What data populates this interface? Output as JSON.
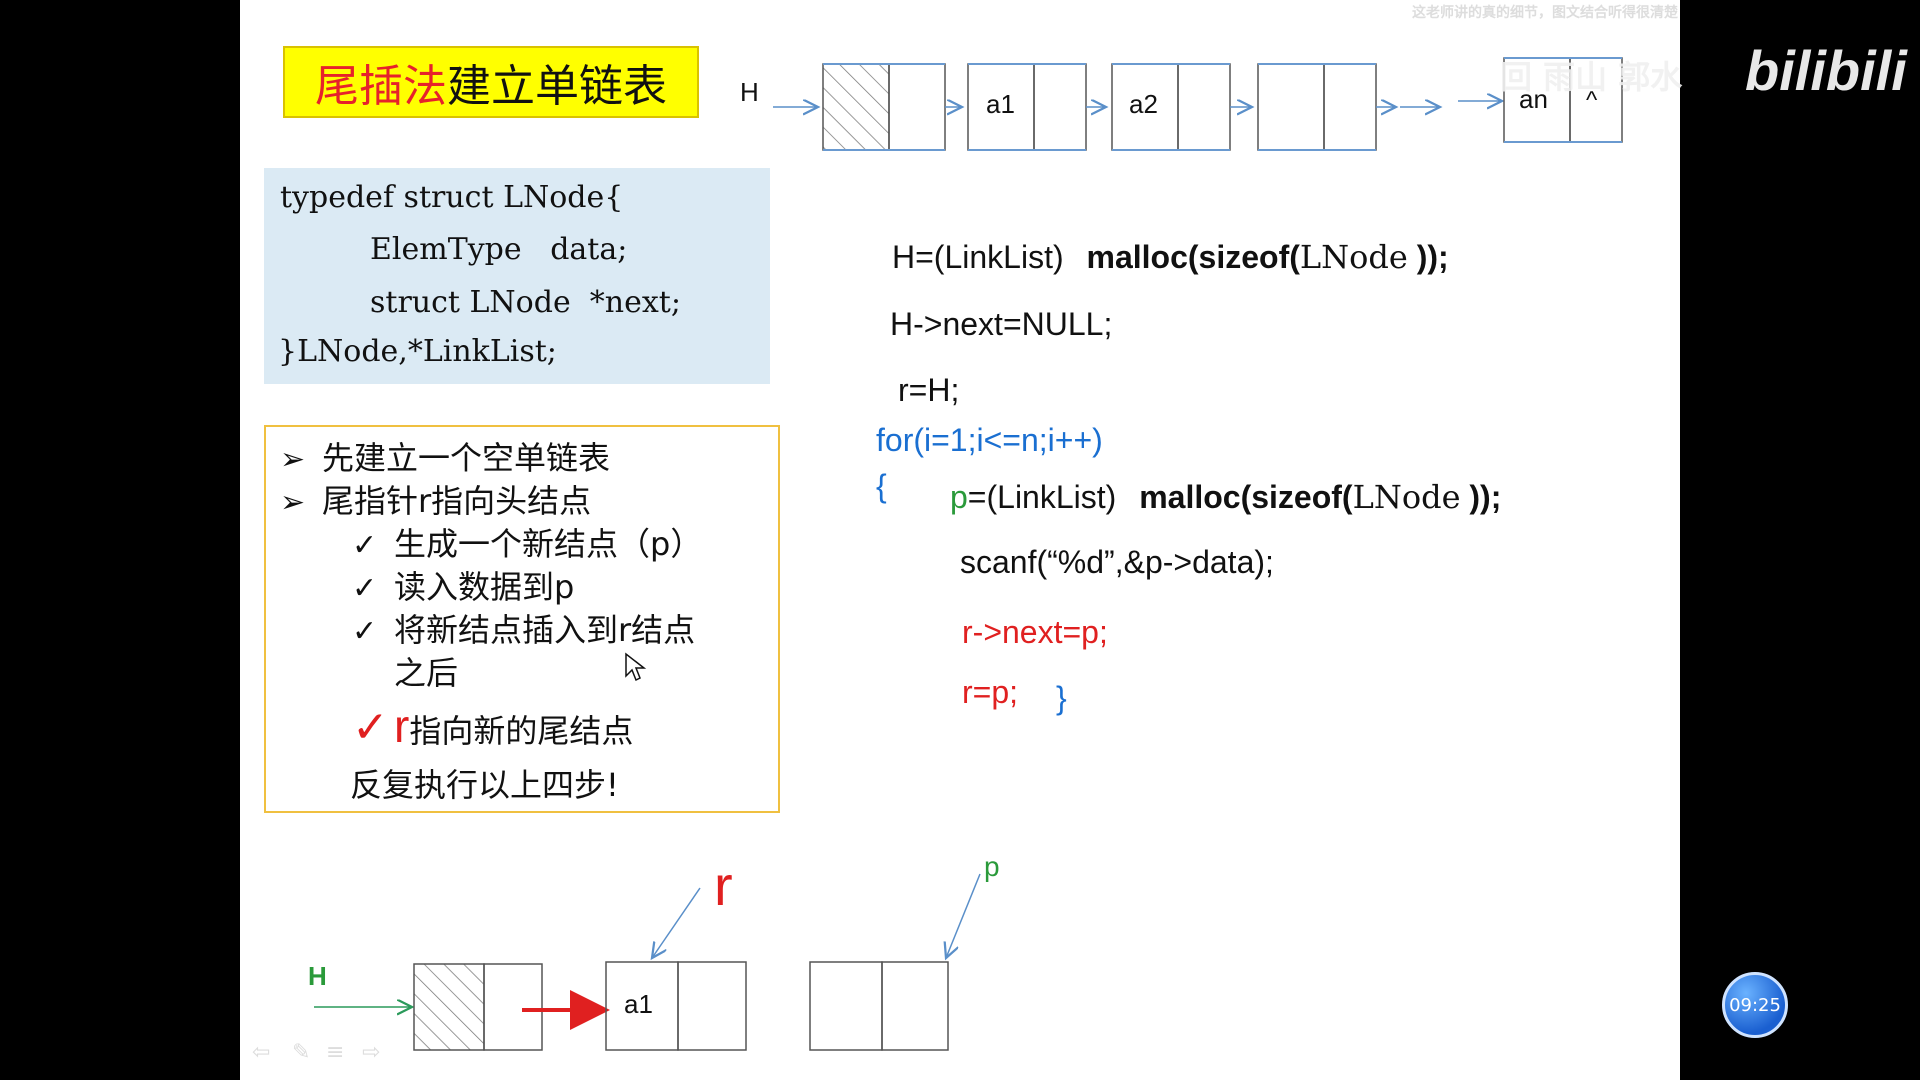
{
  "slide": {
    "title_red": "尾插法",
    "title_black": "建立单链表",
    "watermark": "这老师讲的真的细节，图文结合听得很清楚",
    "brand_text": "bilibili",
    "uploader_overlay": "回 雨山 郭水",
    "timer": "09:25"
  },
  "top_list": {
    "head_label": "H",
    "nodes": [
      "",
      "a1",
      "a2",
      ""
    ],
    "last_node_data": "an",
    "last_node_next": "^"
  },
  "struct_code": {
    "lines": [
      "typedef struct LNode{",
      "ElemType   data;",
      "struct LNode  *next;",
      "}LNode,*LinkList;"
    ]
  },
  "steps": {
    "items": [
      "先建立一个空单链表",
      "尾指针r指向头结点"
    ],
    "sub_items": [
      "生成一个新结点（p）",
      "读入数据到p",
      "将新结点插入到r结点",
      "之后"
    ],
    "highlight_letter": "r",
    "highlight_rest": "指向新的尾结点",
    "repeat": "反复执行以上四步!"
  },
  "code": {
    "line1_a": "H=(LinkList)",
    "line1_b": "malloc(sizeof(",
    "line1_c": "LNode",
    "line1_d": "));",
    "line2": "H->next=NULL;",
    "line3": "r=H;",
    "for_line": "for(i=1;i<=n;i++)",
    "open_brace": "{",
    "p_var": "p",
    "line5_a": "=(LinkList)",
    "line5_b": "malloc(sizeof(",
    "line5_c": "LNode",
    "line5_d": "));",
    "scanf": "scanf(“%d”,&p->data);",
    "assign_next": "r->next=p;",
    "assign_r": "r=p;",
    "close_brace": "}"
  },
  "bottom_diagram": {
    "head_label": "H",
    "r_label": "r",
    "p_label": "p",
    "node1_data": "a1"
  }
}
